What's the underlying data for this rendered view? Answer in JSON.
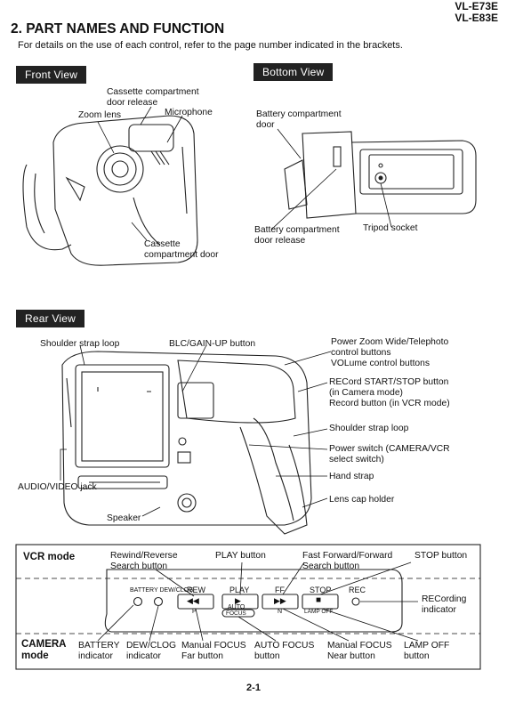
{
  "header": {
    "model_1": "VL-E73E",
    "model_2": "VL-E83E"
  },
  "section_title": "2. PART NAMES AND FUNCTION",
  "intro": "For details on the use of each control, refer to the page number indicated in the brackets.",
  "front_view": {
    "tag": "Front View",
    "labels": {
      "cassette_release": [
        "Cassette compartment",
        "door release"
      ],
      "zoom_lens": "Zoom lens",
      "microphone": "Microphone",
      "cassette_door": [
        "Cassette",
        "compartment door"
      ]
    }
  },
  "bottom_view": {
    "tag": "Bottom View",
    "labels": {
      "battery_door": [
        "Battery compartment",
        "door"
      ],
      "battery_release": [
        "Battery compartment",
        "door release"
      ],
      "tripod": "Tripod socket"
    }
  },
  "rear_view": {
    "tag": "Rear View",
    "labels": {
      "shoulder_loop_left": "Shoulder strap loop",
      "blc": "BLC/GAIN-UP button",
      "power_zoom": [
        "Power Zoom Wide/Telephoto",
        "control buttons",
        "VOLume control buttons"
      ],
      "record": [
        "RECord START/STOP button",
        "(in Camera mode)",
        "Record button (in VCR mode)"
      ],
      "shoulder_loop_right": "Shoulder strap loop",
      "power_switch": [
        "Power switch (CAMERA/VCR",
        "select switch)"
      ],
      "hand_strap": "Hand strap",
      "lens_cap": "Lens cap holder",
      "av_jack": "AUDIO/VIDEO jack",
      "speaker": "Speaker"
    }
  },
  "control_panel": {
    "vcr_mode": "VCR mode",
    "camera_mode": [
      "CAMERA",
      "mode"
    ],
    "top_labels": {
      "rewind": [
        "Rewind/Reverse",
        "Search button"
      ],
      "play": "PLAY button",
      "ff": [
        "Fast Forward/Forward",
        "Search button"
      ],
      "stop": "STOP button"
    },
    "right_label": [
      "RECording",
      "indicator"
    ],
    "bottom_labels": {
      "battery": [
        "BATTERY",
        "indicator"
      ],
      "dewclog": [
        "DEW/CLOG",
        "indicator"
      ],
      "mf_far": [
        "Manual FOCUS",
        "Far button"
      ],
      "af": [
        "AUTO FOCUS",
        "button"
      ],
      "mf_near": [
        "Manual FOCUS",
        "Near button"
      ],
      "lamp": [
        "LAMP OFF",
        "button"
      ]
    },
    "panel_text": {
      "battery_dew": "BATTERY DEW/CLOG",
      "rew": "REW",
      "play": "PLAY",
      "ff": "FF",
      "stop": "STOP",
      "rec": "REC",
      "rew_sym": "◀◀",
      "play_sym": "▶",
      "ff_sym": "▶▶",
      "stop_sym": "■",
      "p": "P",
      "n": "N",
      "auto": "AUTO",
      "focus": "FOCUS",
      "lamp_off": "LAMP OFF"
    }
  },
  "footer": {
    "page": "2-1"
  }
}
